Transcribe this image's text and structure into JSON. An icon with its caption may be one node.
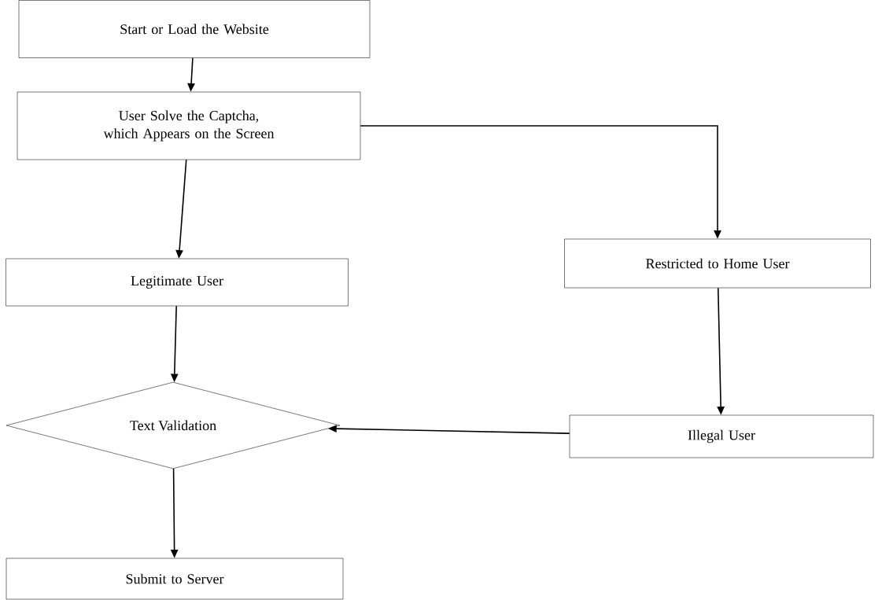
{
  "diagram": {
    "nodes": [
      {
        "text": [
          "Start or Load the Website"
        ]
      },
      {
        "text": [
          "User Solve the Captcha, which Appears on the Screen"
        ]
      },
      {
        "text": [
          "Legitimate User"
        ]
      },
      {
        "text": [
          "Restricted to Home User"
        ]
      },
      {
        "text": [
          "Text Validation"
        ]
      },
      {
        "text": [
          "Illegal User"
        ]
      },
      {
        "text": [
          "Submit to Server"
        ]
      }
    ],
    "edges": [
      {
        "from": 0,
        "to": 1,
        "arrow": "to"
      },
      {
        "from": 1,
        "to": 2,
        "arrow": "to"
      },
      {
        "from": 1,
        "to": 3,
        "arrow": "to"
      },
      {
        "from": 2,
        "to": 4,
        "arrow": "to"
      },
      {
        "from": 3,
        "to": 5,
        "arrow": "to"
      },
      {
        "from": 5,
        "to": 4,
        "arrow": "to"
      },
      {
        "from": 4,
        "to": 6,
        "arrow": "to"
      }
    ]
  }
}
